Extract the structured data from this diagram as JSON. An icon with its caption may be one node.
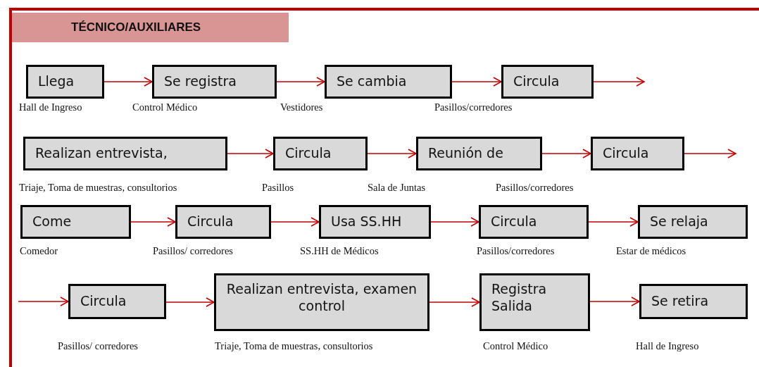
{
  "diagram": {
    "title": "TÉCNICO/AUXILIARES",
    "nodes": [
      {
        "text": [
          "Llega"
        ],
        "beside": [
          "Hall de Ingreso"
        ]
      },
      {
        "text": [
          "Se registra"
        ],
        "beside": [
          "Control Médico"
        ]
      },
      {
        "text": [
          "Se cambia"
        ],
        "beside": [
          "Vestidores"
        ]
      },
      {
        "text": [
          "Circula"
        ],
        "beside": [
          "Pasillos/corredores"
        ]
      },
      {
        "text": [
          "Realizan entrevista,"
        ],
        "beside": [
          "Triaje, Toma de muestras, consultorios"
        ]
      },
      {
        "text": [
          "Circula"
        ],
        "beside": [
          "Pasillos"
        ]
      },
      {
        "text": [
          "Reunión de"
        ],
        "beside": [
          "Sala de Juntas"
        ]
      },
      {
        "text": [
          "Circula"
        ],
        "beside": [
          "Pasillos/corredores"
        ]
      },
      {
        "text": [
          "Come"
        ],
        "beside": [
          "Comedor"
        ]
      },
      {
        "text": [
          "Circula"
        ],
        "beside": [
          "Pasillos/ corredores"
        ]
      },
      {
        "text": [
          "Usa SS.HH"
        ],
        "beside": [
          "SS.HH de Médicos"
        ]
      },
      {
        "text": [
          "Circula"
        ],
        "beside": [
          "Pasillos/corredores"
        ]
      },
      {
        "text": [
          "Se relaja"
        ],
        "beside": [
          "Estar de médicos"
        ]
      },
      {
        "text": [
          "Circula"
        ],
        "beside": [
          "Pasillos/ corredores"
        ]
      },
      {
        "text": [
          "Realizan entrevista, examen control"
        ],
        "beside": [
          "Triaje, Toma de muestras, consultorios"
        ]
      },
      {
        "text": [
          "Registra Salida"
        ],
        "beside": [
          "Control Médico"
        ]
      },
      {
        "text": [
          "Se retira"
        ],
        "beside": [
          "Hall de Ingreso"
        ]
      }
    ],
    "edges": [
      {
        "from": 0,
        "to": 1,
        "arrow": "to"
      },
      {
        "from": 1,
        "to": 2,
        "arrow": "to"
      },
      {
        "from": 2,
        "to": 3,
        "arrow": "to"
      },
      {
        "from": 3,
        "to": null,
        "arrow": "to"
      },
      {
        "from": 4,
        "to": 5,
        "arrow": "to"
      },
      {
        "from": 5,
        "to": 6,
        "arrow": "to"
      },
      {
        "from": 6,
        "to": 7,
        "arrow": "to"
      },
      {
        "from": 7,
        "to": null,
        "arrow": "to"
      },
      {
        "from": 8,
        "to": 9,
        "arrow": "to"
      },
      {
        "from": 9,
        "to": 10,
        "arrow": "to"
      },
      {
        "from": 10,
        "to": 11,
        "arrow": "to"
      },
      {
        "from": 11,
        "to": 12,
        "arrow": "to"
      },
      {
        "from": null,
        "to": 13,
        "arrow": "to"
      },
      {
        "from": 13,
        "to": 14,
        "arrow": "to"
      },
      {
        "from": 14,
        "to": 15,
        "arrow": "to"
      },
      {
        "from": 15,
        "to": 16,
        "arrow": "to"
      }
    ]
  }
}
